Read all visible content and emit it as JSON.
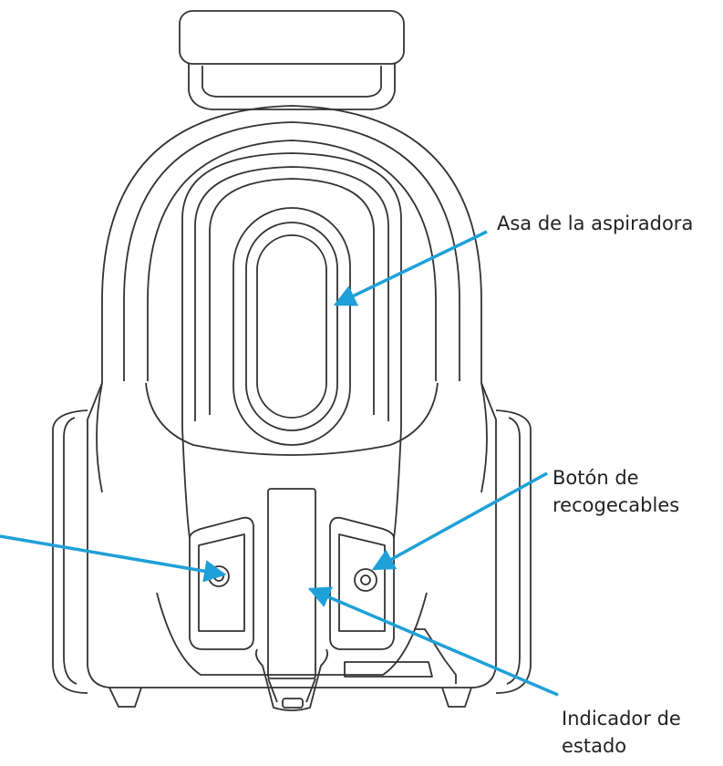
{
  "labels": {
    "handle": "Asa de la aspiradora",
    "cable_button": [
      "Botón de",
      "recogecables"
    ],
    "status": [
      "Indicador de",
      "estado"
    ]
  },
  "colors": {
    "arrow": "#1ea0d8",
    "outline": "#333333",
    "text": "#222222"
  }
}
